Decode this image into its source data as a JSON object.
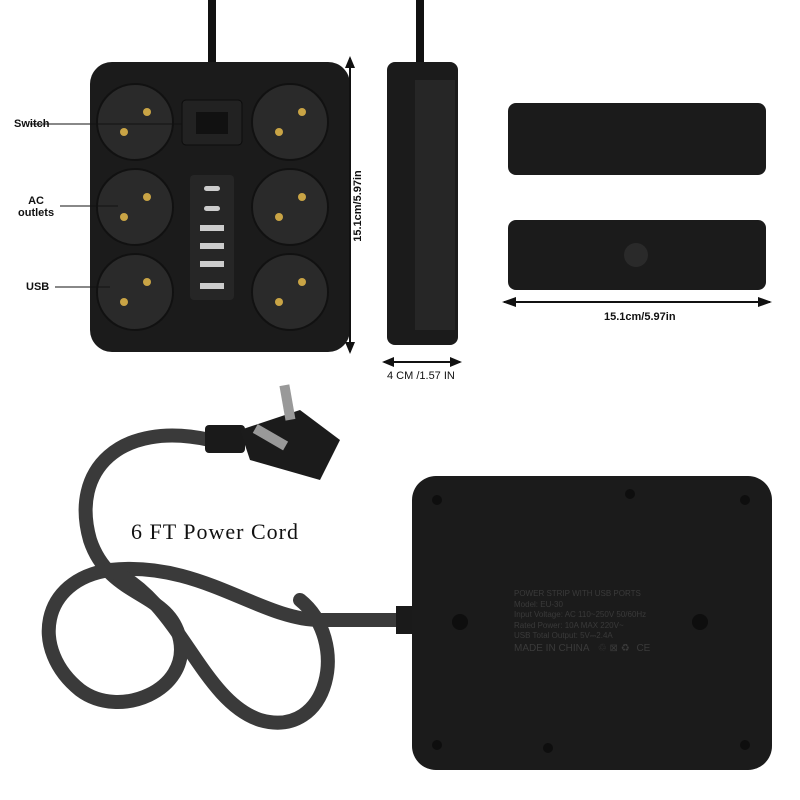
{
  "labels": {
    "switch": "Switch",
    "ac_outlets": "AC\noutlets",
    "usb": "USB",
    "height_dim": "15.1cm/5.97in",
    "depth_dim": "4 CM /1.57 IN",
    "width_dim": "15.1cm/5.97in",
    "cord": "6 FT Power Cord"
  },
  "nameplate": {
    "line1": "POWER STRIP WITH USB PORTS",
    "line2": "Model: EU-30",
    "line3": "Input Voltage: AC 110~250V 50/60Hz",
    "line4": "Rated Power: 10A MAX 220V~",
    "line5": "USB Total Output: 5V⎓2.4A",
    "line6": "MADE IN CHINA",
    "marks": "CE"
  },
  "colors": {
    "body": "#1b1b1b",
    "background": "#ffffff"
  }
}
